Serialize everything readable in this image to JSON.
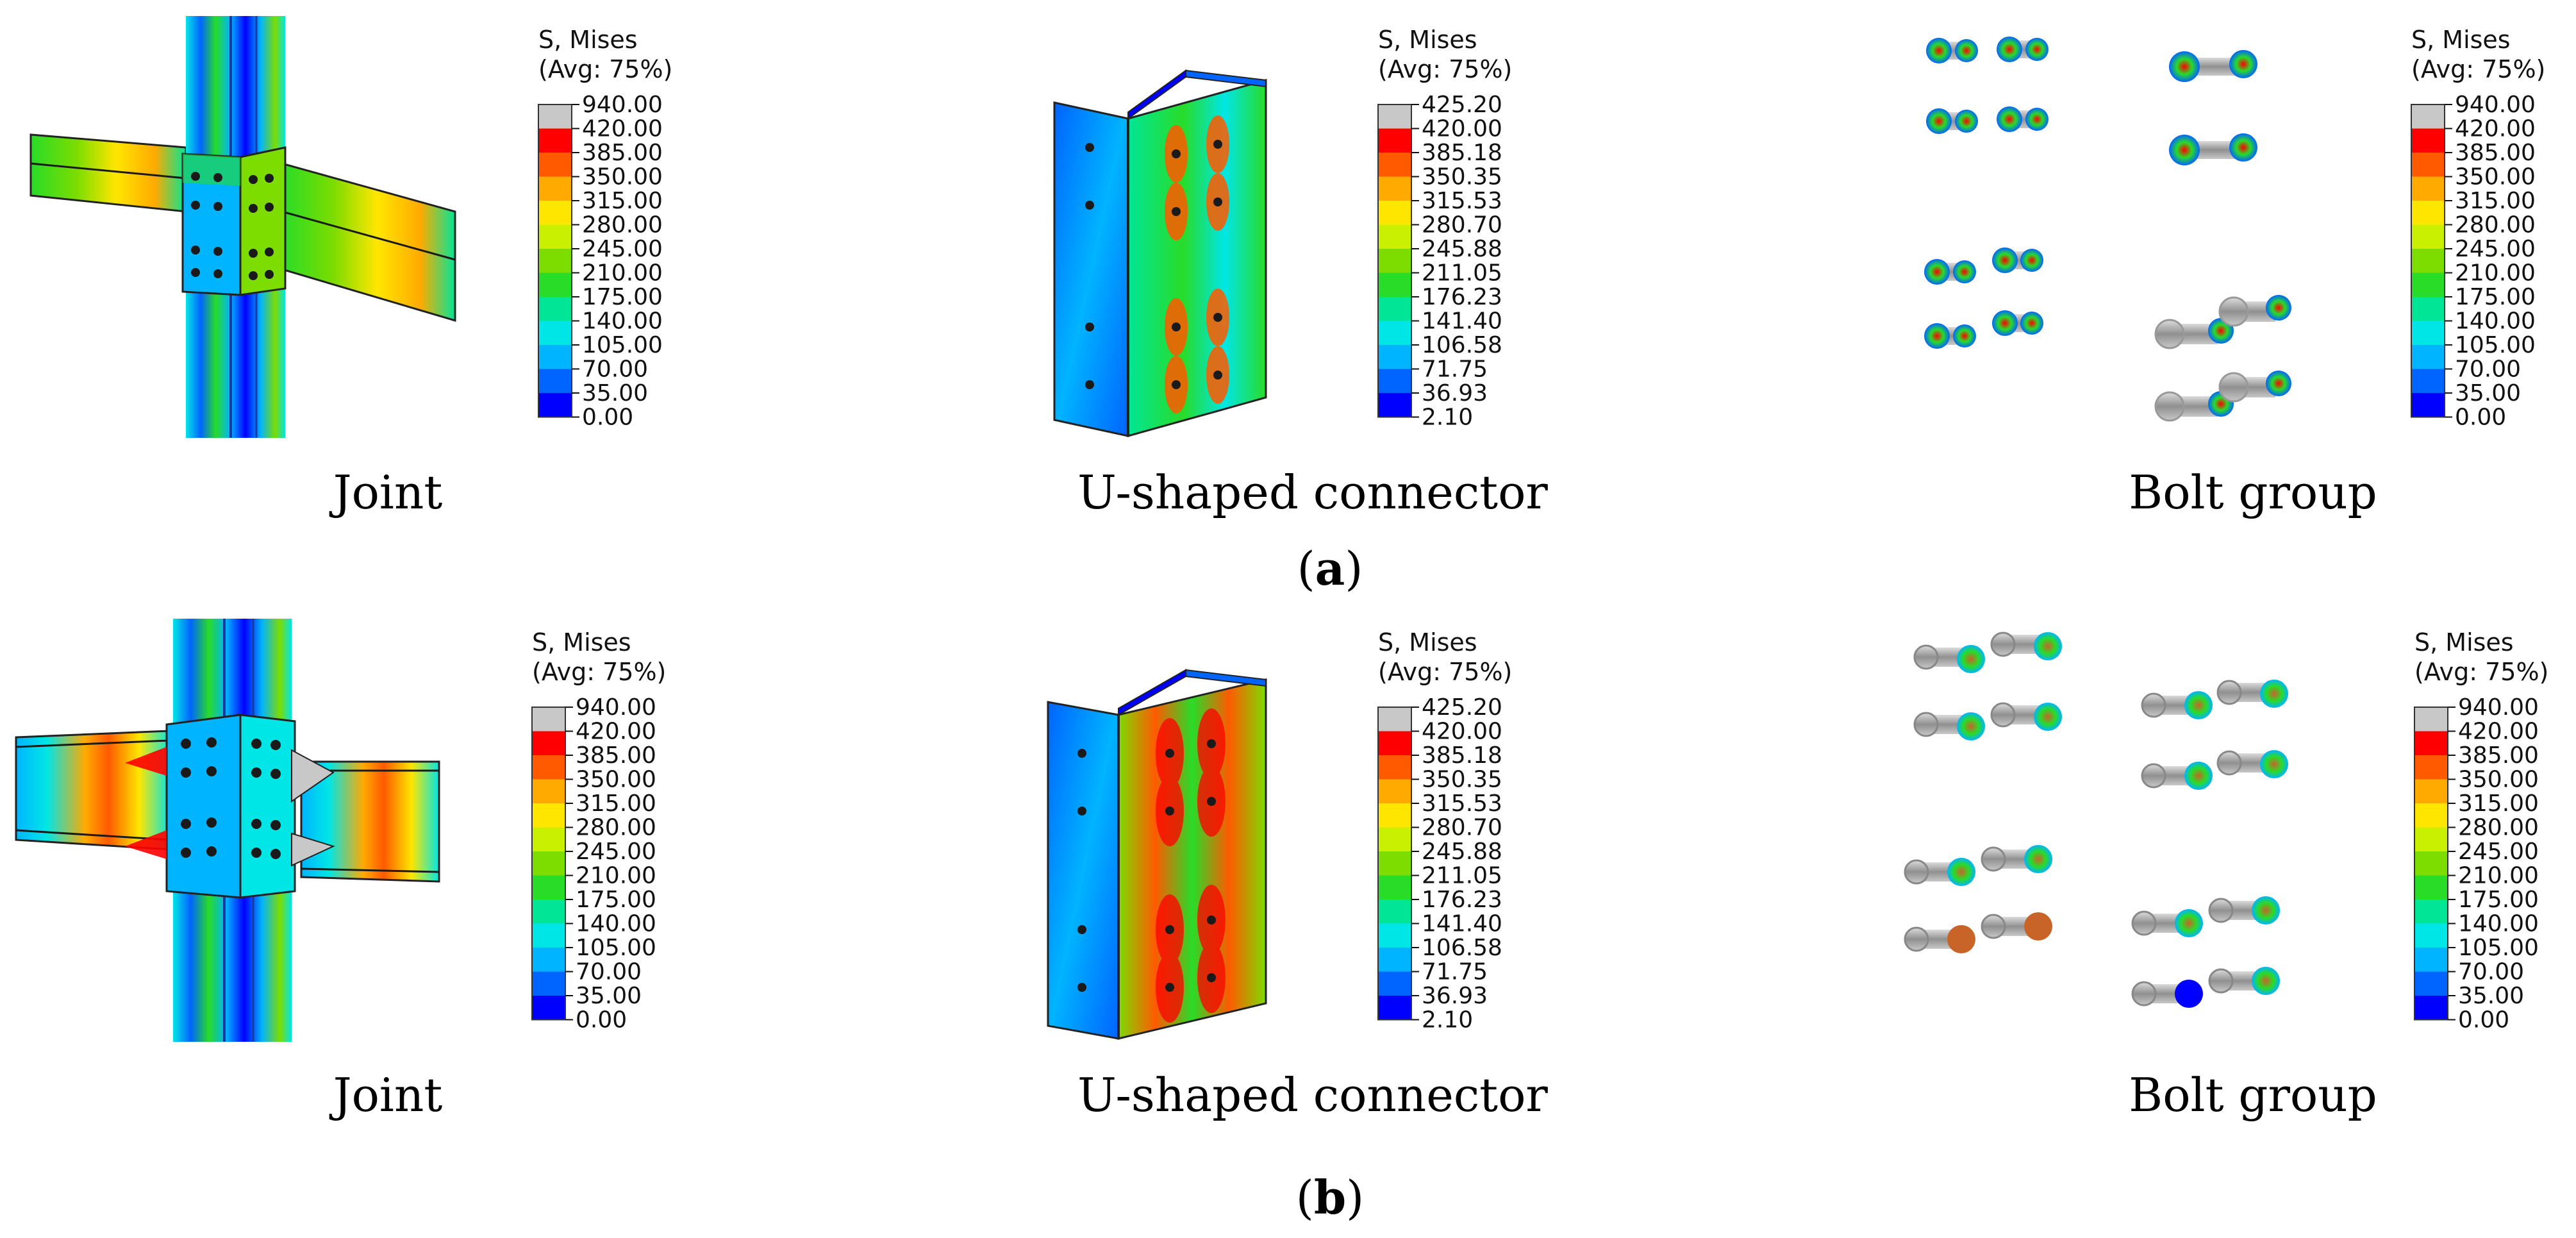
{
  "legend": {
    "title_line1": "S, Mises",
    "title_line2": "(Avg: 75%)",
    "colors": [
      "#c8c8c8",
      "#ff0000",
      "#ff5a00",
      "#ffaa00",
      "#ffe600",
      "#c8f000",
      "#7ddc00",
      "#28dc28",
      "#00e696",
      "#00e6e6",
      "#00b4ff",
      "#0064ff",
      "#0000ff"
    ],
    "joint_values": [
      "940.00",
      "420.00",
      "385.00",
      "350.00",
      "315.00",
      "280.00",
      "245.00",
      "210.00",
      "175.00",
      "140.00",
      "105.00",
      "70.00",
      "35.00",
      "0.00"
    ],
    "connector_values": [
      "425.20",
      "420.00",
      "385.18",
      "350.35",
      "315.53",
      "280.70",
      "245.88",
      "211.05",
      "176.23",
      "141.40",
      "106.58",
      "71.75",
      "36.93",
      "2.10"
    ],
    "bolt_values": [
      "940.00",
      "420.00",
      "385.00",
      "350.00",
      "315.00",
      "280.00",
      "245.00",
      "210.00",
      "175.00",
      "140.00",
      "105.00",
      "70.00",
      "35.00",
      "0.00"
    ]
  },
  "rows": [
    {
      "label_open": "(",
      "label_letter": "a",
      "label_close": ")",
      "captions": [
        "Joint",
        "U-shaped connector",
        "Bolt group"
      ]
    },
    {
      "label_open": "(",
      "label_letter": "b",
      "label_close": ")",
      "captions": [
        "Joint",
        "U-shaped connector",
        "Bolt group"
      ]
    }
  ]
}
